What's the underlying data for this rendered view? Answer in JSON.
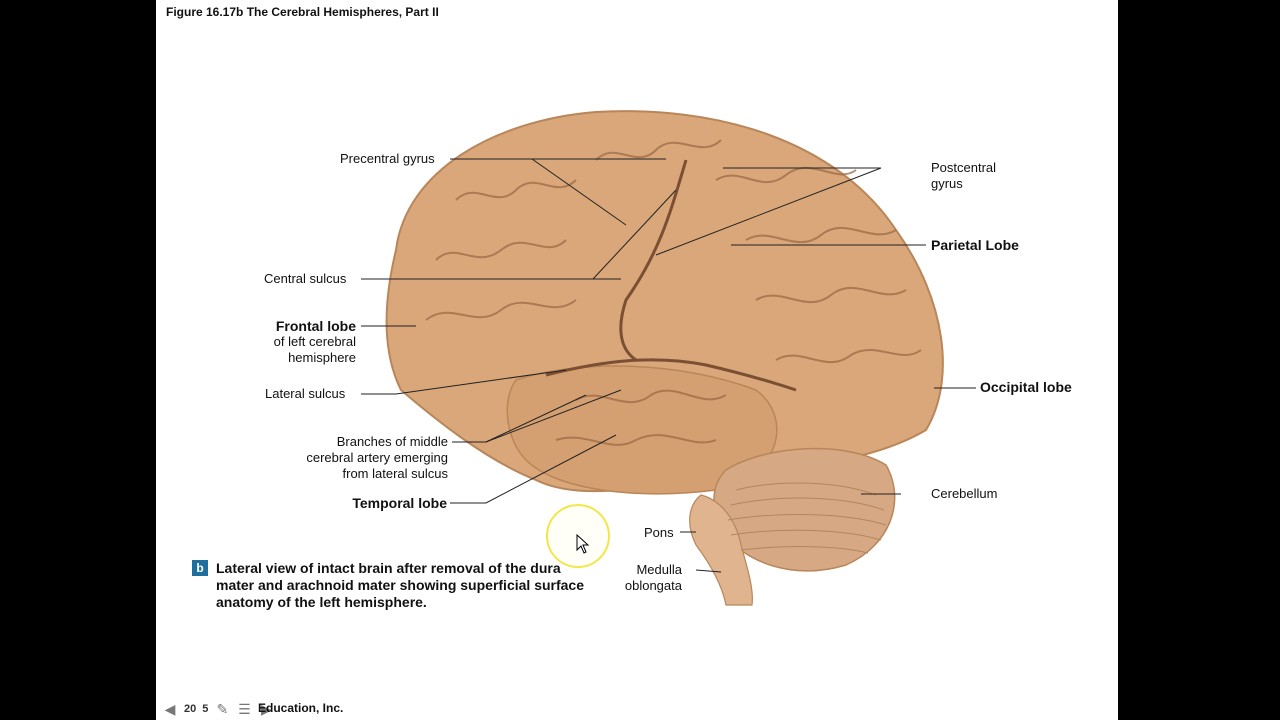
{
  "figure_title": "Figure 16.17b The Cerebral Hemispheres, Part II",
  "labels": {
    "precentral_gyrus": "Precentral gyrus",
    "postcentral_gyrus_1": "Postcentral",
    "postcentral_gyrus_2": "gyrus",
    "parietal_lobe": "Parietal Lobe",
    "central_sulcus": "Central sulcus",
    "frontal_lobe": "Frontal lobe",
    "frontal_lobe_sub_1": "of left cerebral",
    "frontal_lobe_sub_2": "hemisphere",
    "lateral_sulcus": "Lateral sulcus",
    "occipital_lobe": "Occipital lobe",
    "branches_1": "Branches of middle",
    "branches_2": "cerebral artery emerging",
    "branches_3": "from lateral sulcus",
    "temporal_lobe": "Temporal lobe",
    "cerebellum": "Cerebellum",
    "pons": "Pons",
    "medulla_1": "Medulla",
    "medulla_2": "oblongata"
  },
  "caption": {
    "badge": "b",
    "text": "Lateral view of intact brain after removal of the dura mater and arachnoid mater showing superficial surface anatomy of the left hemisphere."
  },
  "footer": {
    "year_fragment": "20",
    "year_fragment_2": "5",
    "text": "Education, Inc."
  },
  "colors": {
    "brain": "#d9a77a",
    "brain_dark": "#9c6a46",
    "cerebellum": "#d6a883",
    "badge": "#1f6f9e",
    "cursor_highlight": "#f3e64a"
  }
}
